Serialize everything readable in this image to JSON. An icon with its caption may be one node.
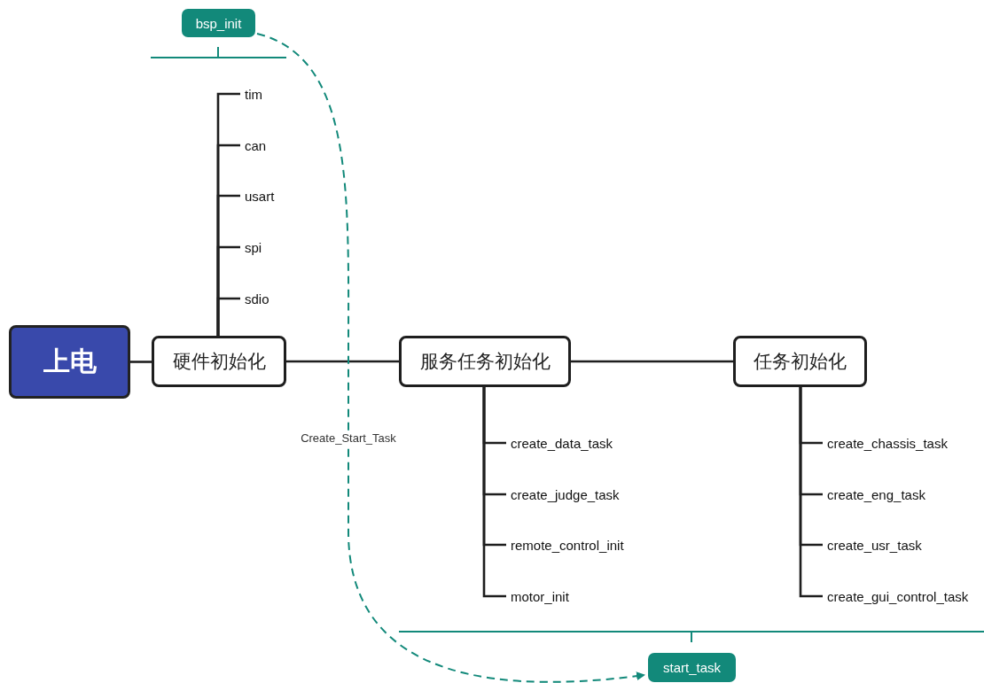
{
  "diagram": {
    "nodes": [
      {
        "text": [
          "bsp_init"
        ]
      },
      {
        "text": [
          "tim"
        ]
      },
      {
        "text": [
          "can"
        ]
      },
      {
        "text": [
          "usart"
        ]
      },
      {
        "text": [
          "spi"
        ]
      },
      {
        "text": [
          "sdio"
        ]
      },
      {
        "text": [
          "上电"
        ]
      },
      {
        "text": [
          "硬件初始化"
        ]
      },
      {
        "text": [
          "服务任务初始化"
        ]
      },
      {
        "text": [
          "任务初始化"
        ]
      },
      {
        "text": [
          "create_data_task"
        ]
      },
      {
        "text": [
          "create_judge_task"
        ]
      },
      {
        "text": [
          "remote_control_init"
        ]
      },
      {
        "text": [
          "motor_init"
        ]
      },
      {
        "text": [
          "create_chassis_task"
        ]
      },
      {
        "text": [
          "create_eng_task"
        ]
      },
      {
        "text": [
          "create_usr_task"
        ]
      },
      {
        "text": [
          "create_gui_control_task"
        ]
      },
      {
        "text": [
          "start_task"
        ]
      }
    ],
    "edges": [
      {
        "from": 6,
        "to": 7,
        "arrow": "none"
      },
      {
        "from": 7,
        "to": 8,
        "arrow": "none"
      },
      {
        "from": 8,
        "to": 9,
        "arrow": "none"
      },
      {
        "from": 7,
        "to": 1,
        "arrow": "none"
      },
      {
        "from": 7,
        "to": 2,
        "arrow": "none"
      },
      {
        "from": 7,
        "to": 3,
        "arrow": "none"
      },
      {
        "from": 7,
        "to": 4,
        "arrow": "none"
      },
      {
        "from": 7,
        "to": 5,
        "arrow": "none"
      },
      {
        "from": 8,
        "to": 10,
        "arrow": "none"
      },
      {
        "from": 8,
        "to": 11,
        "arrow": "none"
      },
      {
        "from": 8,
        "to": 12,
        "arrow": "none"
      },
      {
        "from": 8,
        "to": 13,
        "arrow": "none"
      },
      {
        "from": 9,
        "to": 14,
        "arrow": "none"
      },
      {
        "from": 9,
        "to": 15,
        "arrow": "none"
      },
      {
        "from": 9,
        "to": 16,
        "arrow": "none"
      },
      {
        "from": 9,
        "to": 17,
        "arrow": "none"
      },
      {
        "from": 0,
        "to": 18,
        "arrow": "to",
        "label": "Create_Start_Task",
        "style": "dashed",
        "color": "#12897a"
      }
    ]
  }
}
